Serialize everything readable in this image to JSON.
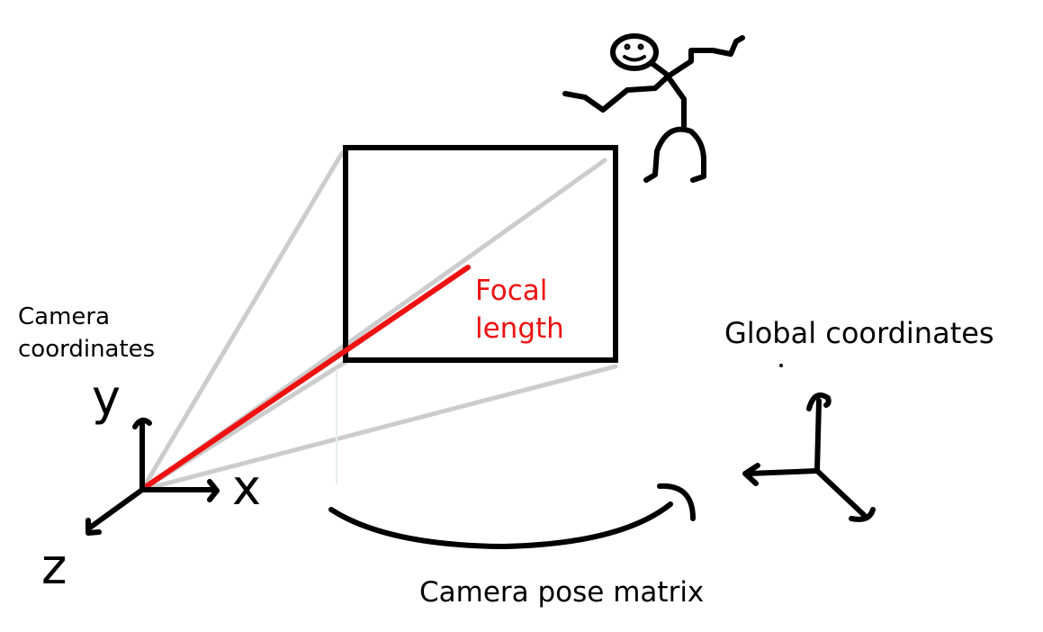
{
  "labels": {
    "camera_coordinates": "Camera\ncoordinates",
    "y_axis": "y",
    "x_axis": "x",
    "z_axis": "z",
    "focal_length": "Focal\nlength",
    "global_coordinates": "Global coordinates",
    "camera_pose_matrix": "Camera pose matrix"
  },
  "colors": {
    "stroke": "#000000",
    "frustum": "#cccccc",
    "focal": "#ee1111"
  }
}
